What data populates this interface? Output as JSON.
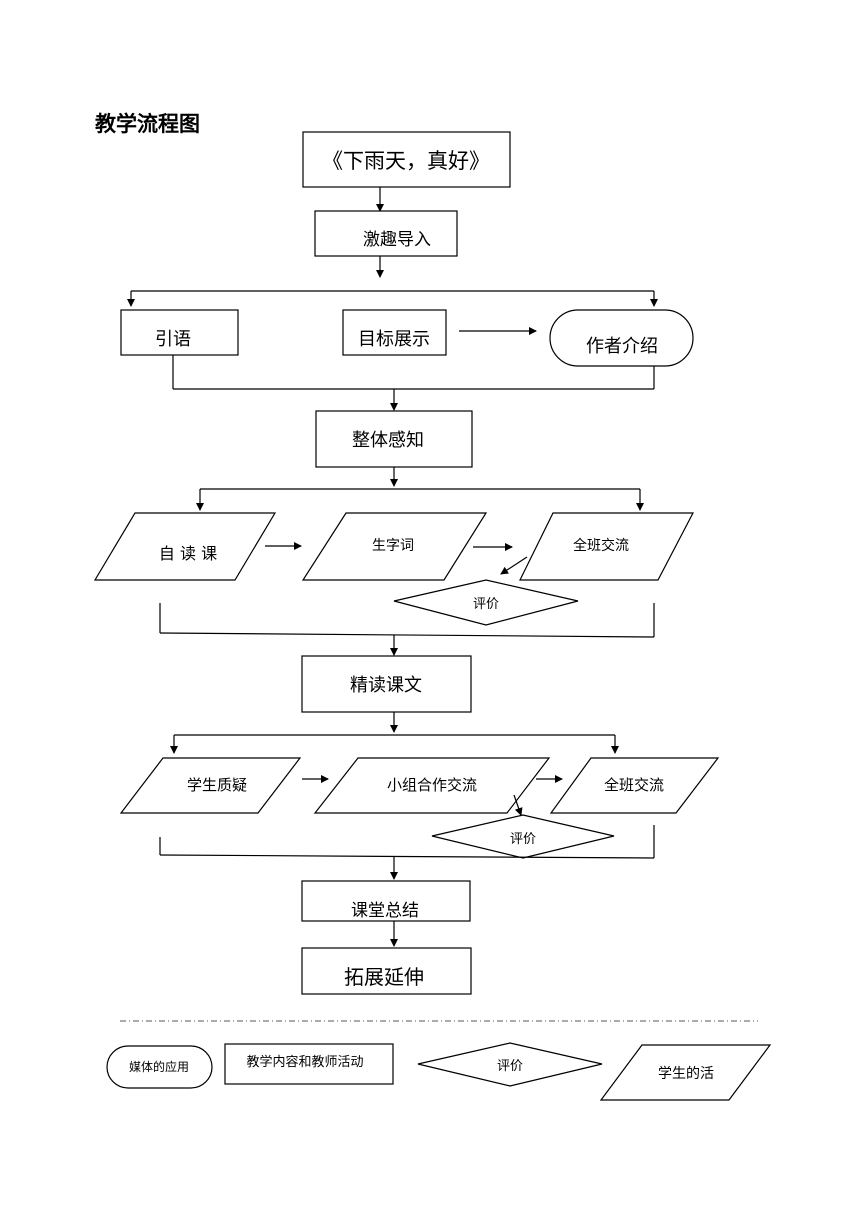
{
  "title": "教学流程图",
  "nodes": {
    "lesson_title": "《下雨天，真好》",
    "intro": "激趣导入",
    "quote": "引语",
    "goals": "目标展示",
    "author": "作者介绍",
    "overall": "整体感知",
    "self_read": "自 读 课",
    "new_words": "生字词",
    "class_share_1": "全班交流",
    "eval_1": "评价",
    "close_read": "精读课文",
    "questions": "学生质疑",
    "group_share": "小组合作交流",
    "class_share_2": "全班交流",
    "eval_2": "评价",
    "summary": "课堂总结",
    "extension": "拓展延伸"
  },
  "legend": {
    "media": "媒体的应用",
    "teaching": "教学内容和教师活动",
    "evaluation": "评价",
    "student": "学生的活"
  }
}
